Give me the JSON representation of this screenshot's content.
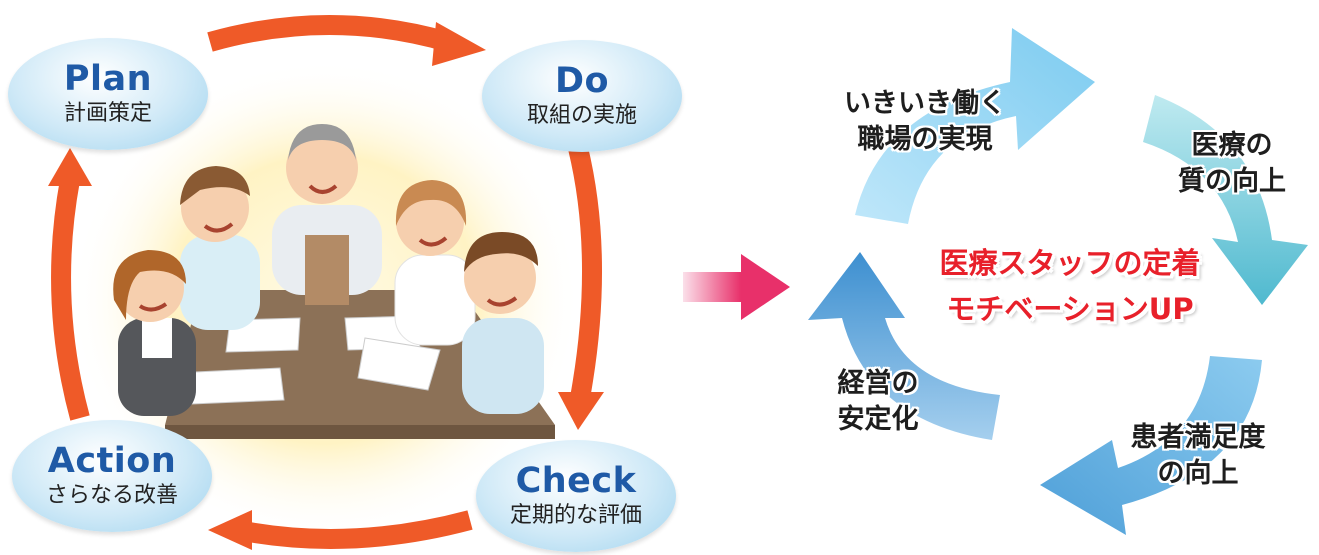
{
  "pdca": {
    "plan": {
      "title": "Plan",
      "subtitle": "計画策定"
    },
    "do": {
      "title": "Do",
      "subtitle": "取組の実施"
    },
    "check": {
      "title": "Check",
      "subtitle": "定期的な評価"
    },
    "action": {
      "title": "Action",
      "subtitle": "さらなる改善"
    }
  },
  "illustration": {
    "name": "meeting-illustration"
  },
  "cycle": {
    "workplace": {
      "line1": "いきいき働く",
      "line2": "職場の実現"
    },
    "quality": {
      "line1": "医療の",
      "line2": "質の向上"
    },
    "satisfaction": {
      "line1": "患者満足度",
      "line2": "の向上"
    },
    "management": {
      "line1": "経営の",
      "line2": "安定化"
    }
  },
  "center": {
    "line1": "医療スタッフの定着",
    "line2": "モチベーションUP"
  },
  "colors": {
    "orange_arrow": "#ef5a28",
    "pink_arrow": "#e8306a",
    "center_text": "#e8202a",
    "pdca_title": "#1f5aa6",
    "cycle_light": "#8fd3f3",
    "cycle_teal": "#5cc3d3",
    "cycle_mid": "#5aa8dc",
    "cycle_dark": "#3d8fd0"
  }
}
